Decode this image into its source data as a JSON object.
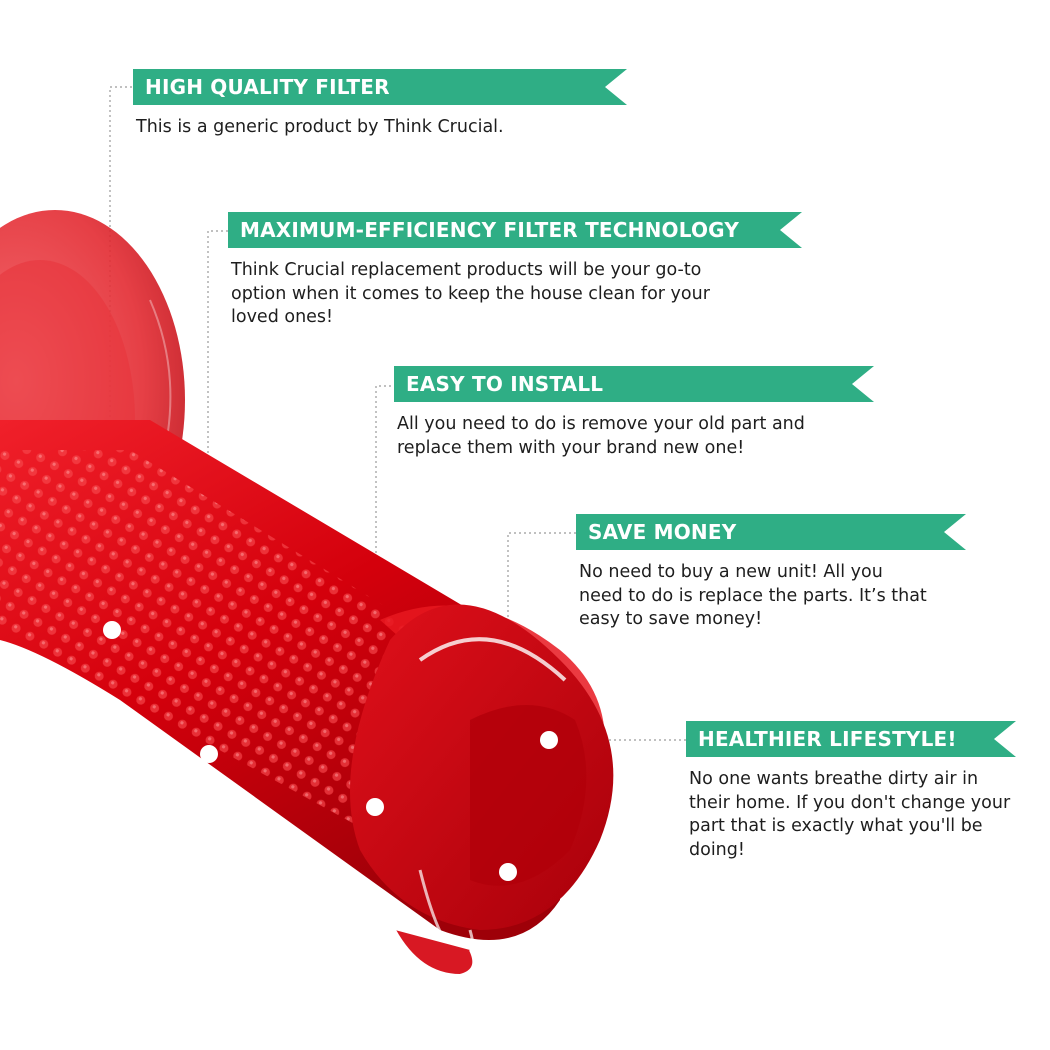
{
  "colors": {
    "banner_green": "#2fae85",
    "banner_text": "#ffffff",
    "body_text": "#1e1e1e",
    "product_red": "#d4000c",
    "leader_line": "#9a9a9a",
    "marker_dot": "#ffffff"
  },
  "product": {
    "icon": "red-vacuum-filter-tube-image"
  },
  "features": [
    {
      "title": "HIGH QUALITY FILTER",
      "lines": [
        "This is a generic product by Think Crucial."
      ]
    },
    {
      "title": "MAXIMUM-EFFICIENCY FILTER TECHNOLOGY",
      "lines": [
        "Think Crucial replacement products will be your go-to",
        "option when it comes to keep the house clean for your",
        "loved ones!"
      ]
    },
    {
      "title": "EASY TO INSTALL",
      "lines": [
        "All you need to do is remove your old part and",
        "replace them with your brand new one!"
      ]
    },
    {
      "title": "SAVE MONEY",
      "lines": [
        "No need to buy a new unit! All you",
        "need to do is replace the parts. It’s that",
        "easy to save money!"
      ]
    },
    {
      "title": "HEALTHIER LIFESTYLE!",
      "lines": [
        "No one wants breathe dirty air in",
        "their home. If you don't change your",
        "part that is exactly what you'll be",
        "doing!"
      ]
    }
  ]
}
